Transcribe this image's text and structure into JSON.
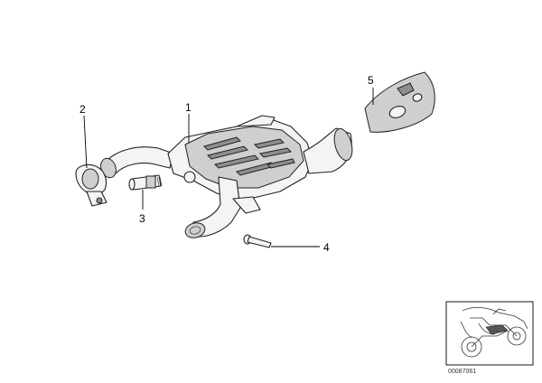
{
  "callouts": {
    "c1": "1",
    "c2": "2",
    "c3": "3",
    "c4": "4",
    "c5": "5"
  },
  "document_number": "00087061",
  "colors": {
    "line": "#222222",
    "fill_light": "#f4f4f4",
    "fill_shade": "#cfcfcf",
    "fill_dark": "#8d8d8d"
  }
}
